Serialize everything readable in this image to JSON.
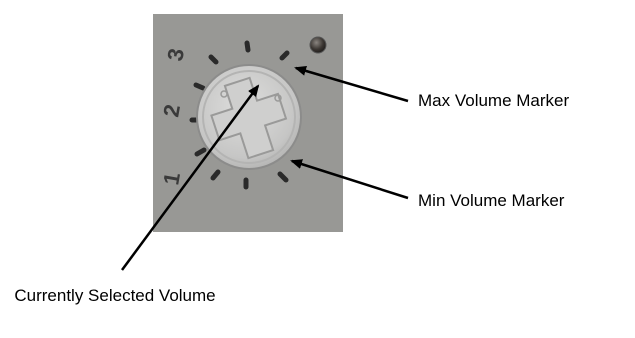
{
  "photo": {
    "description_icon": "rotary-volume-knob",
    "panel_color": "#9b9b99",
    "knob_color": "#c9c9c8",
    "dial_numbers": [
      "3",
      "2",
      "1"
    ]
  },
  "annotations": {
    "max_marker": "Max Volume Marker",
    "min_marker": "Min Volume Marker",
    "current_volume": "Currently Selected Volume"
  },
  "colors": {
    "arrow": "#000000",
    "text": "#000000",
    "tick": "#2a2a2a"
  }
}
